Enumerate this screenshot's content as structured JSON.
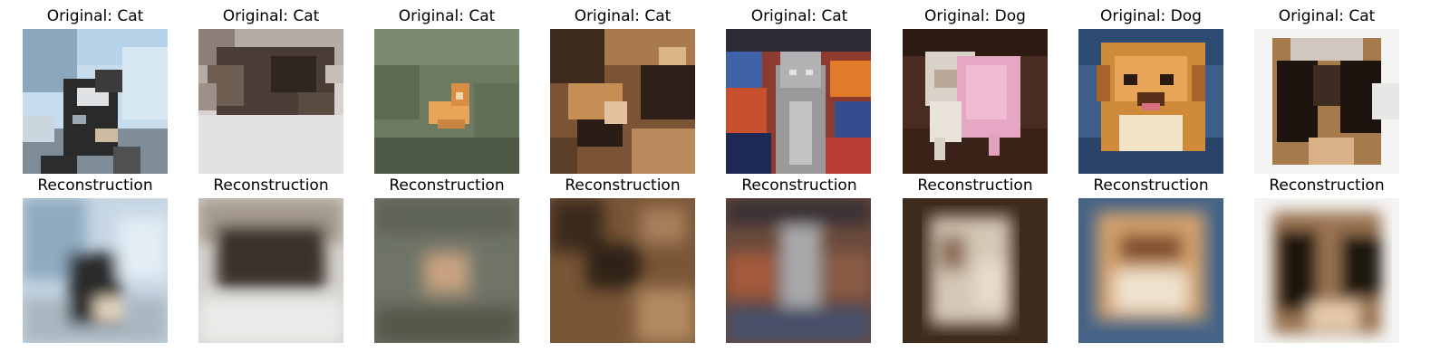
{
  "originals": [
    {
      "label": "Original: Cat",
      "scene": "cat-dark-bluesky"
    },
    {
      "label": "Original: Cat",
      "scene": "kitten-grey-pale"
    },
    {
      "label": "Original: Cat",
      "scene": "orange-kitten-green"
    },
    {
      "label": "Original: Cat",
      "scene": "tabby-closeup"
    },
    {
      "label": "Original: Cat",
      "scene": "grey-cat-colorful"
    },
    {
      "label": "Original: Dog",
      "scene": "bulldog-pink"
    },
    {
      "label": "Original: Dog",
      "scene": "pekingese-blue"
    },
    {
      "label": "Original: Cat",
      "scene": "cat-round-white"
    }
  ],
  "reconstructions": [
    {
      "label": "Reconstruction",
      "scene": "cat-dark-bluesky"
    },
    {
      "label": "Reconstruction",
      "scene": "kitten-grey-pale"
    },
    {
      "label": "Reconstruction",
      "scene": "orange-kitten-green"
    },
    {
      "label": "Reconstruction",
      "scene": "tabby-closeup"
    },
    {
      "label": "Reconstruction",
      "scene": "grey-cat-colorful"
    },
    {
      "label": "Reconstruction",
      "scene": "bulldog-pink"
    },
    {
      "label": "Reconstruction",
      "scene": "pekingese-blue"
    },
    {
      "label": "Reconstruction",
      "scene": "cat-round-white"
    }
  ]
}
